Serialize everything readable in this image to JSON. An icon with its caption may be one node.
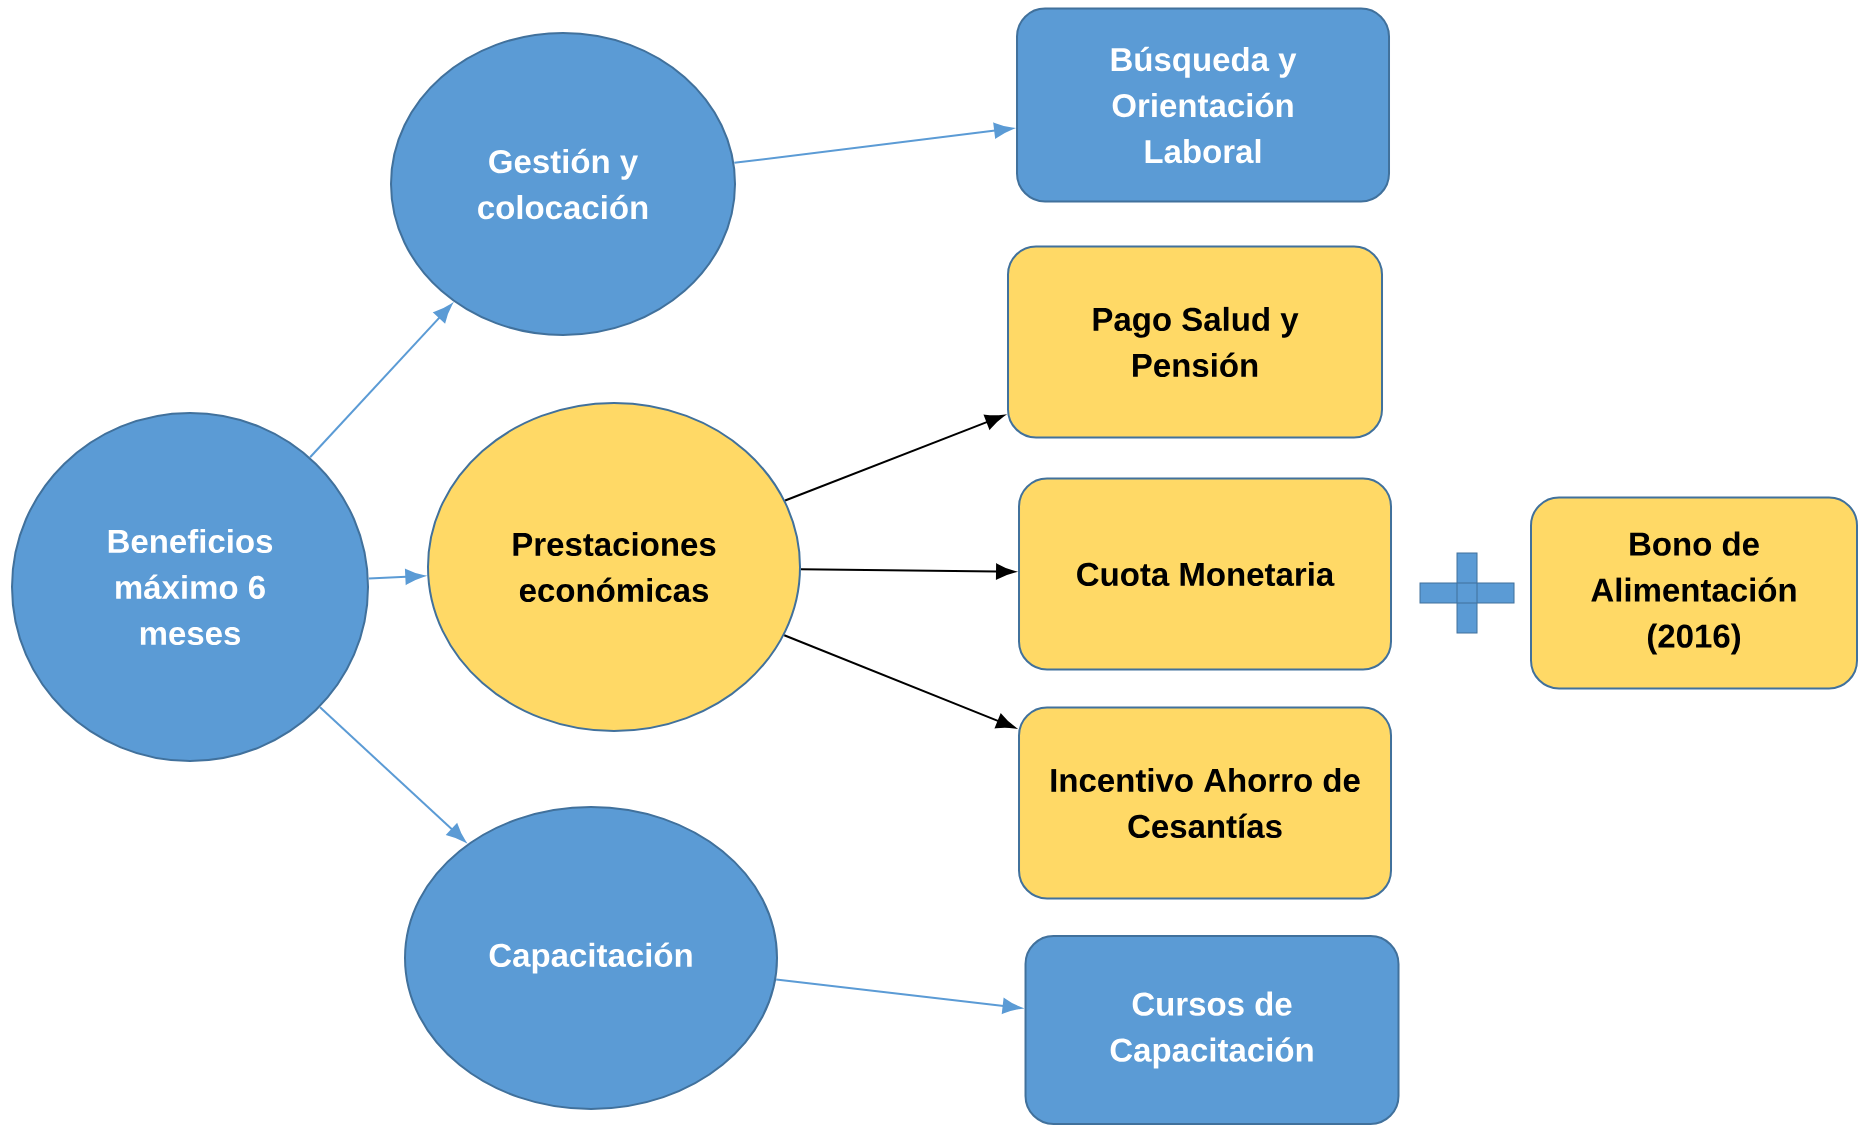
{
  "diagram": {
    "nodes": [
      {
        "text": [
          "Beneficios máximo 6 meses"
        ]
      },
      {
        "text": [
          "Gestión y colocación"
        ]
      },
      {
        "text": [
          "Prestaciones económicas"
        ]
      },
      {
        "text": [
          "Capacitación"
        ]
      },
      {
        "text": [
          "Búsqueda y Orientación Laboral"
        ]
      },
      {
        "text": [
          "Pago Salud y Pensión"
        ]
      },
      {
        "text": [
          "Cuota Monetaria"
        ]
      },
      {
        "text": [
          "Incentivo Ahorro de Cesantías"
        ]
      },
      {
        "text": [
          "Bono de Alimentación (2016)"
        ]
      },
      {
        "text": [
          "Cursos de Capacitación"
        ]
      }
    ],
    "edges": [
      {
        "from": 0,
        "to": 1,
        "arrow": "to"
      },
      {
        "from": 0,
        "to": 2,
        "arrow": "to"
      },
      {
        "from": 0,
        "to": 3,
        "arrow": "to"
      },
      {
        "from": 1,
        "to": 4,
        "arrow": "to"
      },
      {
        "from": 2,
        "to": 5,
        "arrow": "to",
        "color": "#000000"
      },
      {
        "from": 2,
        "to": 6,
        "arrow": "to",
        "color": "#000000"
      },
      {
        "from": 2,
        "to": 7,
        "arrow": "to",
        "color": "#000000"
      },
      {
        "from": 3,
        "to": 9,
        "arrow": "to"
      }
    ]
  }
}
